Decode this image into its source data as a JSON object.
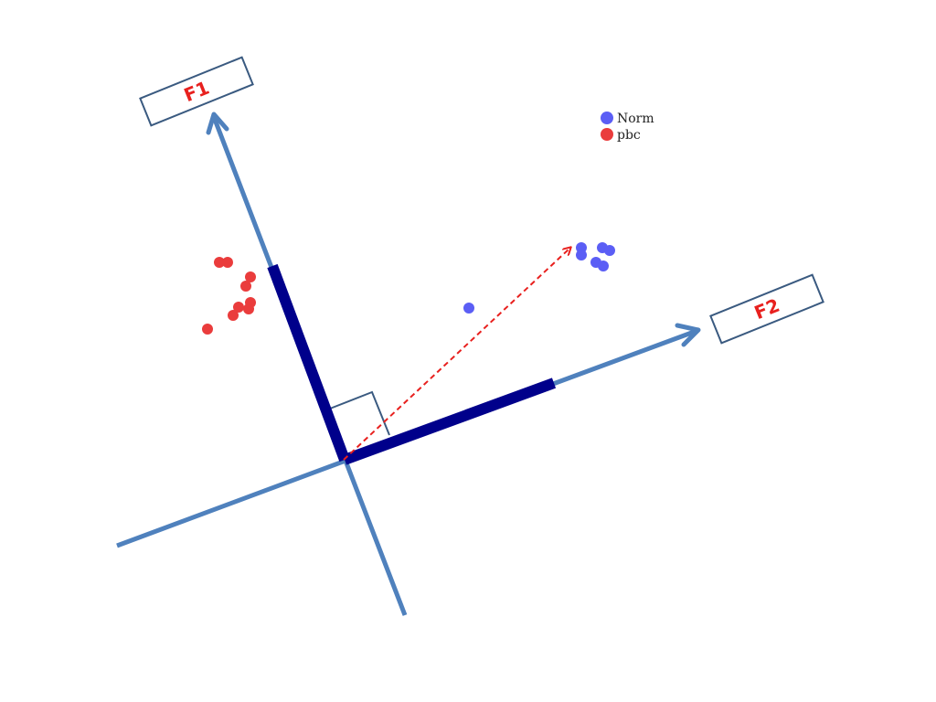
{
  "axes": {
    "f1_label": "F1",
    "f2_label": "F2"
  },
  "legend": {
    "items": [
      {
        "label": "Norm",
        "color": "#5b5ef5"
      },
      {
        "label": "pbc",
        "color": "#ea3c3c"
      }
    ]
  },
  "colors": {
    "axis": "#4f81bd",
    "projection": "#00008b",
    "vector": "#e8201e",
    "box_border": "#3a5a80",
    "label": "#e8201e"
  }
}
